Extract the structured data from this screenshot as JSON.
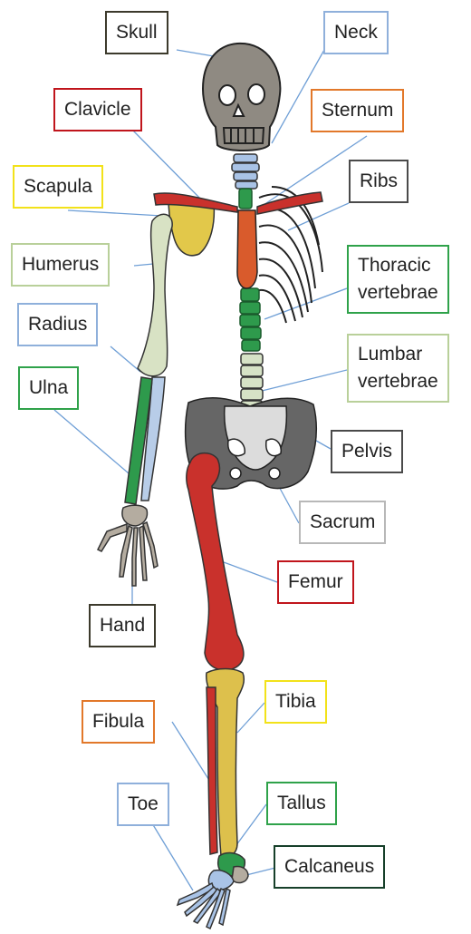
{
  "labels": {
    "skull": {
      "text": "Skull",
      "color": "#3c3a2c"
    },
    "neck": {
      "text": "Neck",
      "color": "#8fb0db"
    },
    "clavicle": {
      "text": "Clavicle",
      "color": "#c0151c"
    },
    "sternum": {
      "text": "Sternum",
      "color": "#e2782a"
    },
    "scapula": {
      "text": "Scapula",
      "color": "#f2e21a"
    },
    "ribs": {
      "text": "Ribs",
      "color": "#4a4a4a"
    },
    "humerus": {
      "text": "Humerus",
      "color": "#b9d09a"
    },
    "thoracic": {
      "line1": "Thoracic",
      "line2": "vertebrae",
      "color": "#2fa24a"
    },
    "radius": {
      "text": "Radius",
      "color": "#8fb0db"
    },
    "lumbar": {
      "line1": "Lumbar",
      "line2": "vertebrae",
      "color": "#b9d09a"
    },
    "ulna": {
      "text": "Ulna",
      "color": "#2fa24a"
    },
    "pelvis": {
      "text": "Pelvis",
      "color": "#4a4a4a"
    },
    "sacrum": {
      "text": "Sacrum",
      "color": "#b8b8b8"
    },
    "femur": {
      "text": "Femur",
      "color": "#c0151c"
    },
    "hand": {
      "text": "Hand",
      "color": "#3c3a2c"
    },
    "fibula": {
      "text": "Fibula",
      "color": "#e2782a"
    },
    "tibia": {
      "text": "Tibia",
      "color": "#f2e21a"
    },
    "toe": {
      "text": "Toe",
      "color": "#8fb0db"
    },
    "tallus": {
      "text": "Tallus",
      "color": "#2fa24a"
    },
    "calcaneus": {
      "text": "Calcaneus",
      "color": "#17402a"
    }
  },
  "bone_colors": {
    "skull": "#8f8a82",
    "neck": "#a9c3e6",
    "clavicle": "#c9312c",
    "sternum": "#d95b2c",
    "scapula": "#e2c84a",
    "humerus": "#d8e2c4",
    "thoracic": "#2e9a4c",
    "lumbar": "#d6e2c6",
    "radius": "#b8cde8",
    "ulna": "#2e9a4c",
    "pelvis": "#666666",
    "sacrum": "#dcdcdc",
    "femur": "#c9312c",
    "tibia": "#ddc04c",
    "fibula": "#c9312c",
    "hand": "#b4aca0",
    "foot": "#a9c3e6",
    "tallus": "#2e9a4c",
    "ribs": "#ffffff",
    "leader": "#6f9fd6"
  }
}
